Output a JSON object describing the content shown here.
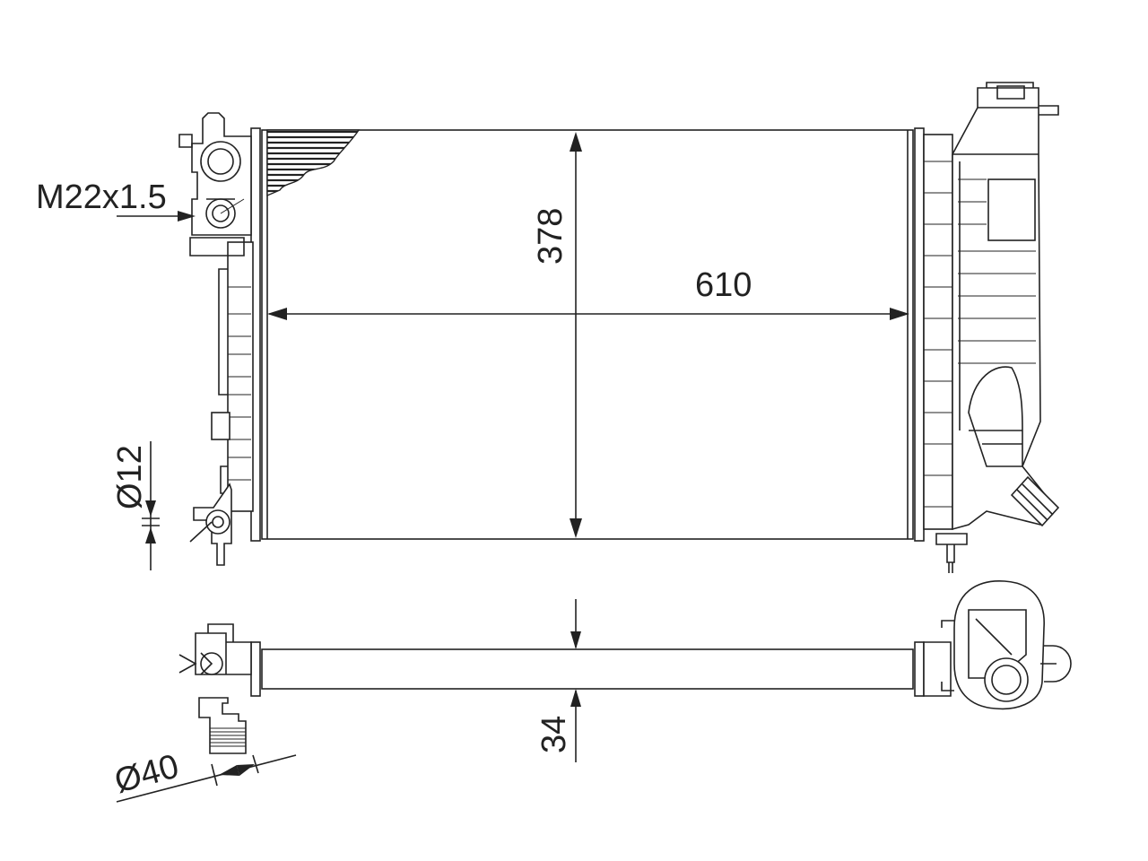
{
  "dimensions": {
    "height": "378",
    "width": "610",
    "thread": "M22x1.5",
    "small_pipe": "Ø12",
    "large_pipe": "Ø40",
    "depth": "34"
  }
}
